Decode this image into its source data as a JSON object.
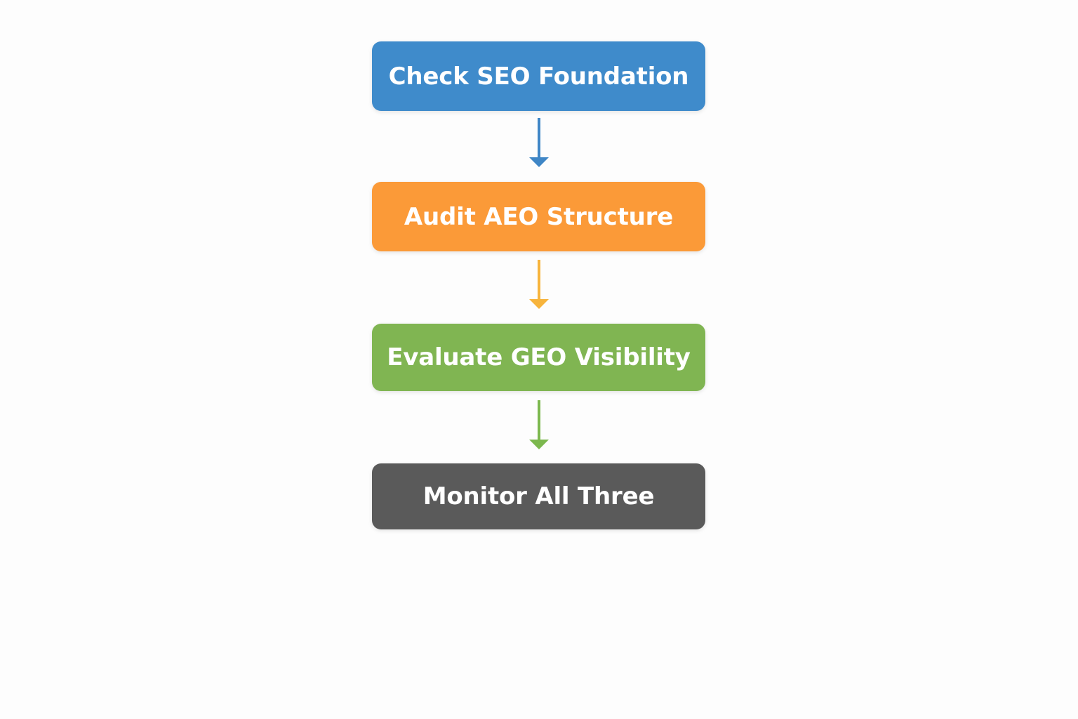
{
  "steps": [
    {
      "label": "Check SEO Foundation",
      "color": "#3f8bcb"
    },
    {
      "label": "Audit AEO Structure",
      "color": "#fb9a38"
    },
    {
      "label": "Evaluate GEO Visibility",
      "color": "#80b552"
    },
    {
      "label": "Monitor All Three",
      "color": "#5a5a5a"
    }
  ],
  "arrows": [
    {
      "color": "#3f86c6"
    },
    {
      "color": "#f7b43c"
    },
    {
      "color": "#7cb84e"
    }
  ]
}
